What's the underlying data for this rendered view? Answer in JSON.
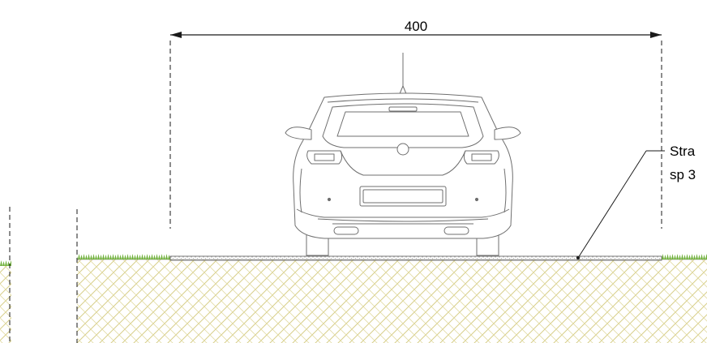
{
  "dimension": {
    "value_label": "400"
  },
  "callout": {
    "line1": "Stra",
    "line2": "sp 3"
  },
  "colors": {
    "line": "#1a1a1a",
    "car_line": "#6f6f6f",
    "grass": "#6fb03a",
    "soil_hatch": "#d8cf8a",
    "pavement": "#9a9a9a"
  }
}
